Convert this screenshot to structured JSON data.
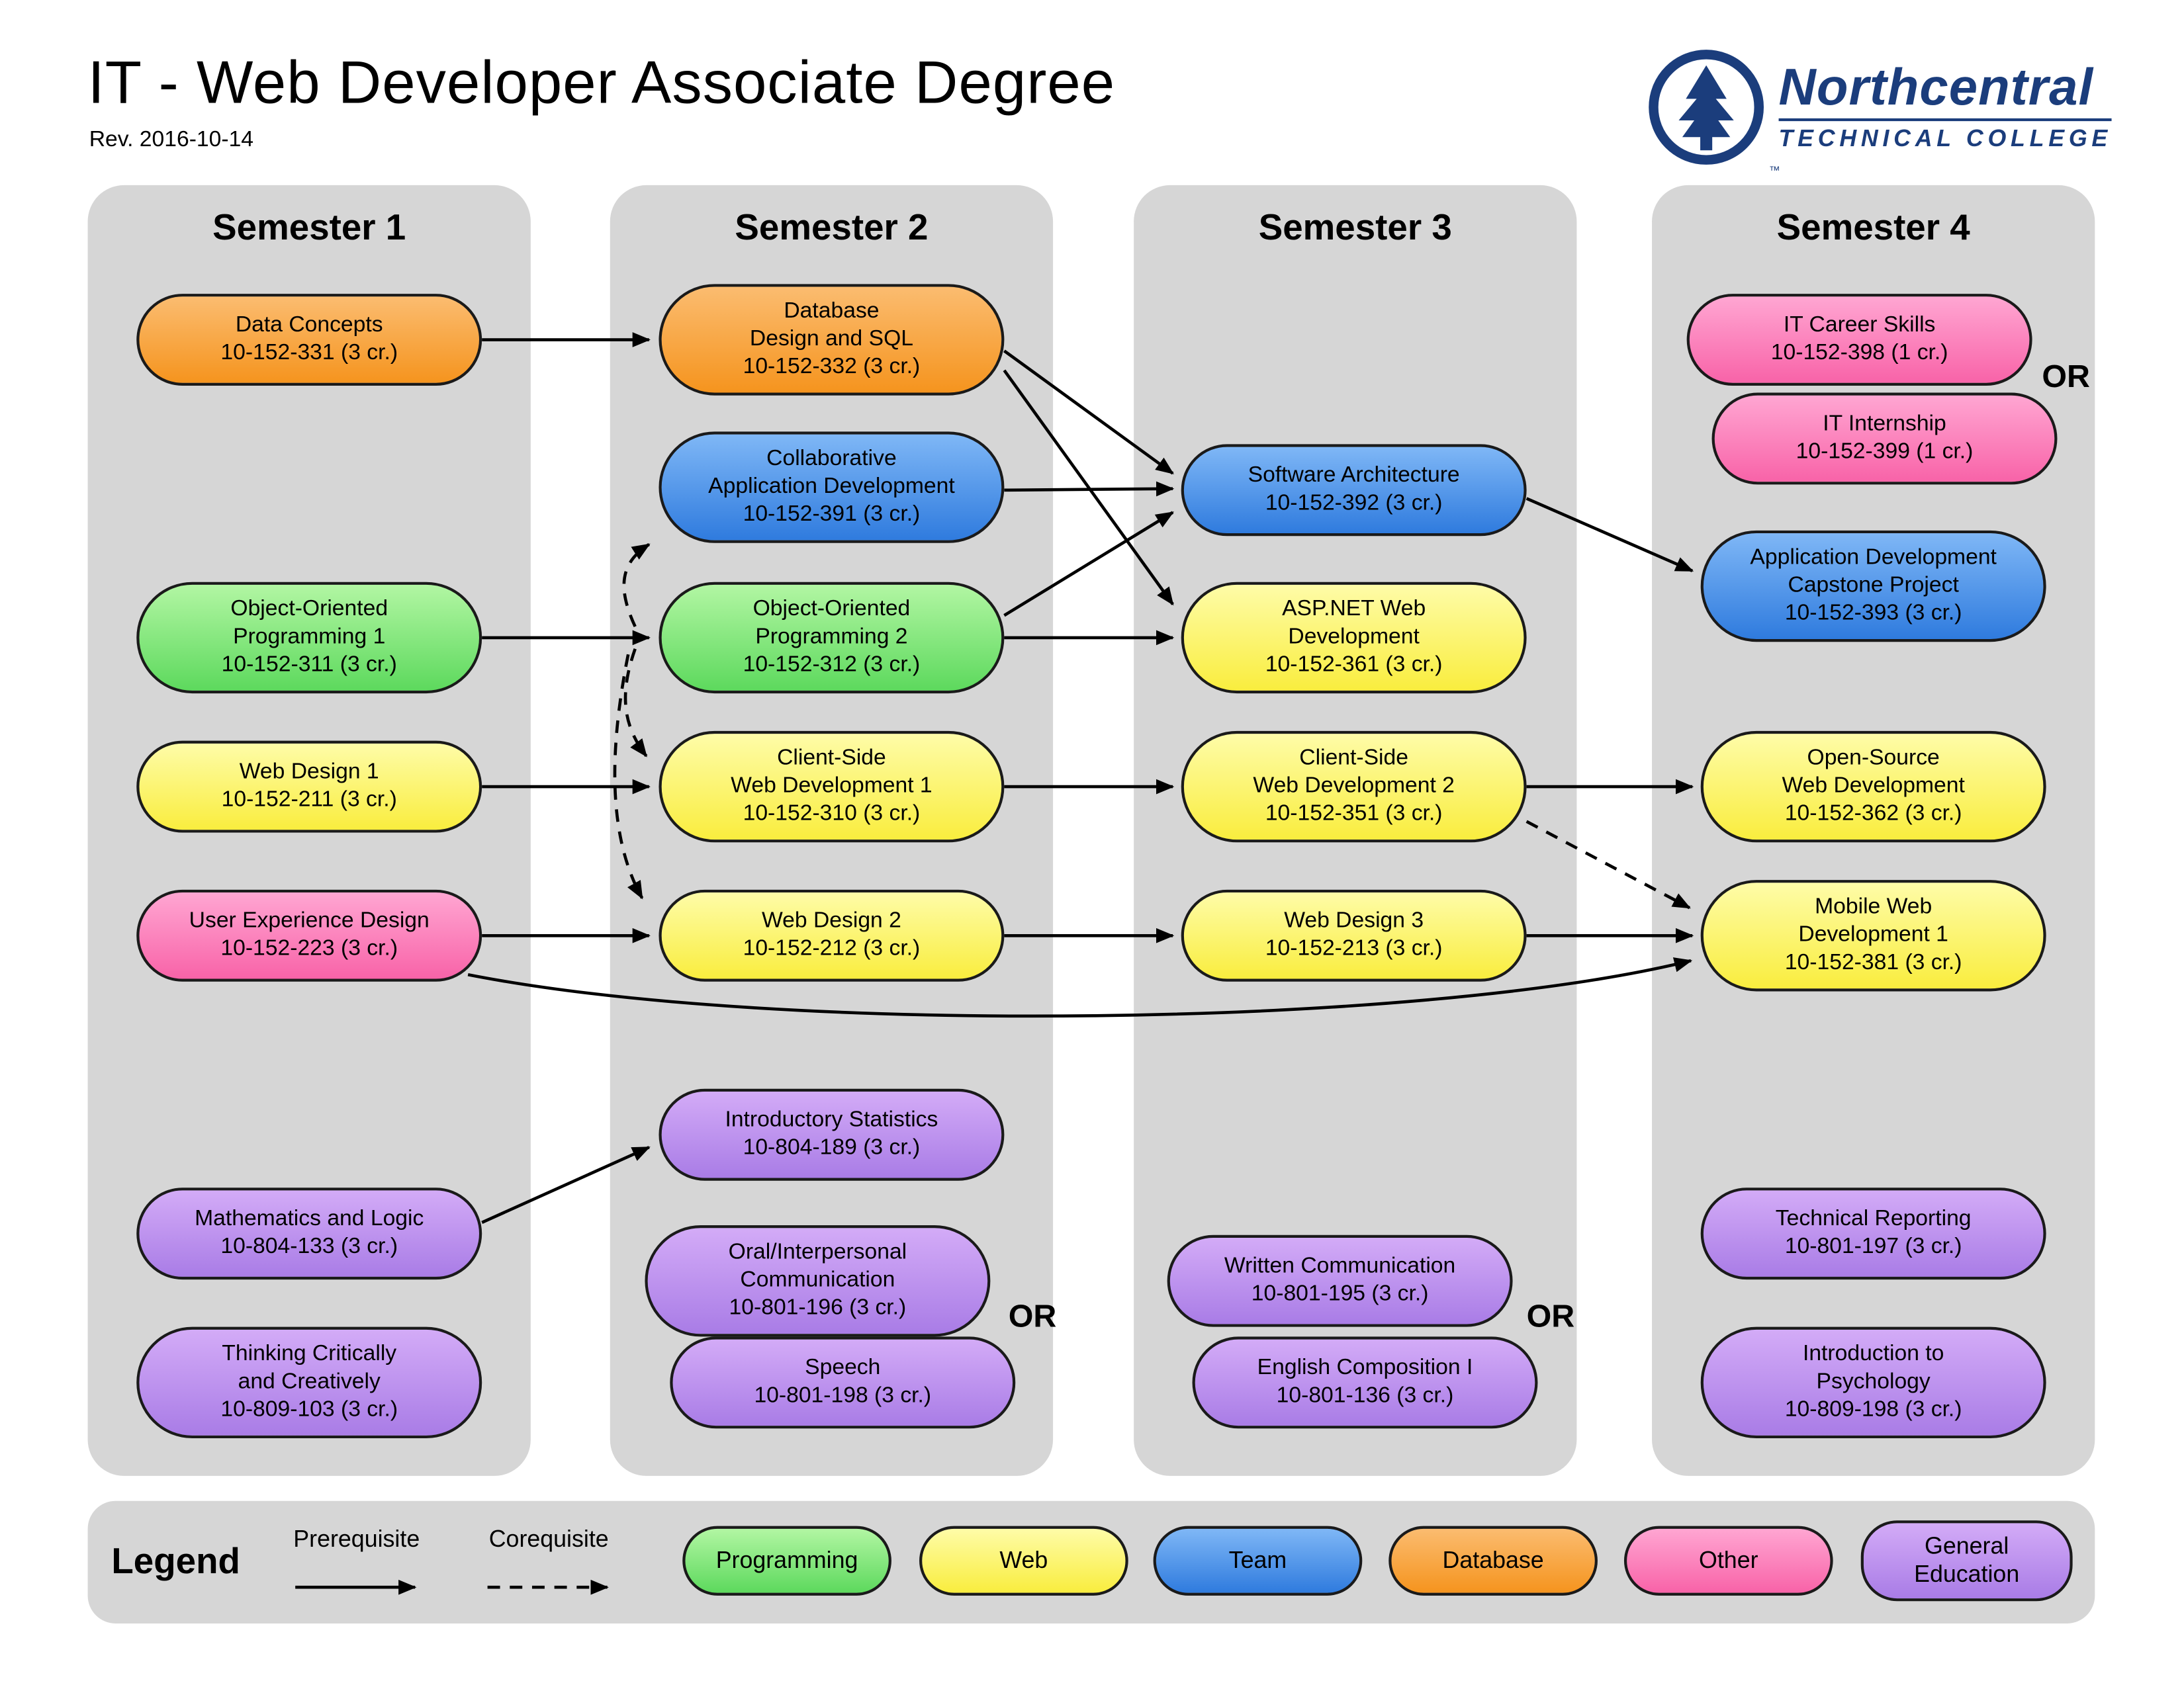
{
  "page": {
    "title": "IT - Web Developer Associate Degree",
    "revision": "Rev. 2016-10-14"
  },
  "logo": {
    "name": "Northcentral",
    "tagline": "TECHNICAL COLLEGE",
    "tm": "™"
  },
  "or_labels": [
    "OR",
    "OR",
    "OR"
  ],
  "semesters": [
    {
      "label": "Semester 1",
      "courses": [
        {
          "title": "Data Concepts",
          "code": "10-152-331 (3 cr.)",
          "category": "database"
        },
        {
          "title": "Object-Oriented\nProgramming 1",
          "code": "10-152-311 (3 cr.)",
          "category": "programming"
        },
        {
          "title": "Web Design 1",
          "code": "10-152-211 (3 cr.)",
          "category": "web"
        },
        {
          "title": "User Experience Design",
          "code": "10-152-223 (3 cr.)",
          "category": "other"
        },
        {
          "title": "Mathematics and Logic",
          "code": "10-804-133 (3 cr.)",
          "category": "general"
        },
        {
          "title": "Thinking Critically\nand Creatively",
          "code": "10-809-103 (3 cr.)",
          "category": "general"
        }
      ]
    },
    {
      "label": "Semester 2",
      "courses": [
        {
          "title": "Database\nDesign and SQL",
          "code": "10-152-332 (3 cr.)",
          "category": "database"
        },
        {
          "title": "Collaborative\nApplication Development",
          "code": "10-152-391 (3 cr.)",
          "category": "team"
        },
        {
          "title": "Object-Oriented\nProgramming 2",
          "code": "10-152-312 (3 cr.)",
          "category": "programming"
        },
        {
          "title": "Client-Side\nWeb Development 1",
          "code": "10-152-310 (3 cr.)",
          "category": "web"
        },
        {
          "title": "Web Design 2",
          "code": "10-152-212 (3 cr.)",
          "category": "web"
        },
        {
          "title": "Introductory Statistics",
          "code": "10-804-189 (3 cr.)",
          "category": "general"
        },
        {
          "title": "Oral/Interpersonal\nCommunication",
          "code": "10-801-196 (3 cr.)",
          "category": "general"
        },
        {
          "title": "Speech",
          "code": "10-801-198 (3 cr.)",
          "category": "general"
        }
      ]
    },
    {
      "label": "Semester 3",
      "courses": [
        {
          "title": "Software Architecture",
          "code": "10-152-392 (3 cr.)",
          "category": "team"
        },
        {
          "title": "ASP.NET Web\nDevelopment",
          "code": "10-152-361 (3 cr.)",
          "category": "web"
        },
        {
          "title": "Client-Side\nWeb Development 2",
          "code": "10-152-351 (3 cr.)",
          "category": "web"
        },
        {
          "title": "Web Design 3",
          "code": "10-152-213 (3 cr.)",
          "category": "web"
        },
        {
          "title": "Written Communication",
          "code": "10-801-195 (3 cr.)",
          "category": "general"
        },
        {
          "title": "English Composition I",
          "code": "10-801-136 (3 cr.)",
          "category": "general"
        }
      ]
    },
    {
      "label": "Semester 4",
      "courses": [
        {
          "title": "IT Career Skills",
          "code": "10-152-398 (1 cr.)",
          "category": "other"
        },
        {
          "title": "IT Internship",
          "code": "10-152-399 (1 cr.)",
          "category": "other"
        },
        {
          "title": "Application Development\nCapstone Project",
          "code": "10-152-393 (3 cr.)",
          "category": "team"
        },
        {
          "title": "Open-Source\nWeb Development",
          "code": "10-152-362 (3 cr.)",
          "category": "web"
        },
        {
          "title": "Mobile Web\nDevelopment 1",
          "code": "10-152-381 (3 cr.)",
          "category": "web"
        },
        {
          "title": "Technical Reporting",
          "code": "10-801-197 (3 cr.)",
          "category": "general"
        },
        {
          "title": "Introduction to\nPsychology",
          "code": "10-809-198 (3 cr.)",
          "category": "general"
        }
      ]
    }
  ],
  "legend": {
    "title": "Legend",
    "prerequisite_label": "Prerequisite",
    "corequisite_label": "Corequisite",
    "categories": [
      {
        "label": "Programming",
        "category": "programming",
        "color": "#5DD95D"
      },
      {
        "label": "Web",
        "category": "web",
        "color": "#F9ED3E"
      },
      {
        "label": "Team",
        "category": "team",
        "color": "#2F7BDE"
      },
      {
        "label": "Database",
        "category": "database",
        "color": "#F5941E"
      },
      {
        "label": "Other",
        "category": "other",
        "color": "#F863A8"
      },
      {
        "label": "General\nEducation",
        "category": "general",
        "color": "#A97CE6"
      }
    ]
  },
  "edges": {
    "prerequisite": [
      [
        "10-152-331",
        "10-152-332"
      ],
      [
        "10-152-311",
        "10-152-312"
      ],
      [
        "10-152-211",
        "10-152-310"
      ],
      [
        "10-152-223",
        "10-152-212"
      ],
      [
        "10-804-133",
        "10-804-189"
      ],
      [
        "10-152-332",
        "10-152-392"
      ],
      [
        "10-152-332",
        "10-152-361"
      ],
      [
        "10-152-391",
        "10-152-392"
      ],
      [
        "10-152-312",
        "10-152-392"
      ],
      [
        "10-152-312",
        "10-152-361"
      ],
      [
        "10-152-310",
        "10-152-351"
      ],
      [
        "10-152-212",
        "10-152-213"
      ],
      [
        "10-152-392",
        "10-152-393"
      ],
      [
        "10-152-351",
        "10-152-362"
      ],
      [
        "10-152-213",
        "10-152-381"
      ],
      [
        "10-152-223",
        "10-152-381"
      ]
    ],
    "corequisite": [
      [
        "10-152-312",
        "10-152-391"
      ],
      [
        "10-152-312",
        "10-152-310"
      ],
      [
        "10-152-312",
        "10-152-212"
      ],
      [
        "10-152-351",
        "10-152-381"
      ]
    ]
  }
}
